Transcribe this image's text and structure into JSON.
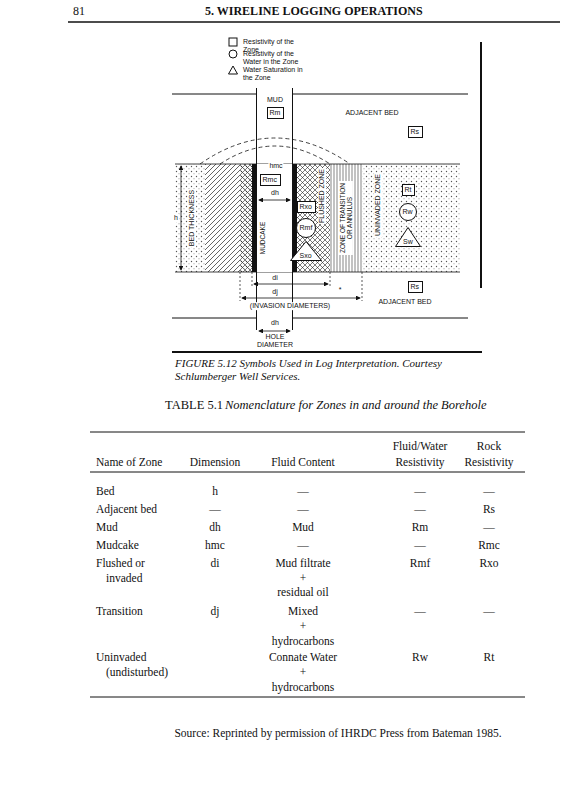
{
  "diagram": {
    "caption": "FIGURE 5.12 Symbols Used in Log Interpretation. Courtesy Schlumberger Well Services.",
    "nodes": [
      {
        "text": [
          "Rm"
        ]
      },
      {
        "text": [
          "Rs"
        ]
      },
      {
        "text": [
          "Rmc"
        ]
      },
      {
        "text": [
          "Rt"
        ]
      },
      {
        "text": [
          "Rxo"
        ]
      },
      {
        "text": [
          "Rw"
        ]
      },
      {
        "text": [
          "Rmf"
        ]
      },
      {
        "text": [
          "Sw"
        ]
      },
      {
        "text": [
          "Sxo"
        ]
      },
      {
        "text": [
          "Rs"
        ]
      }
    ],
    "labels": [
      "81",
      "5. WIRELINE LOGGING OPERATIONS",
      "MUD",
      "ADJACENT BED",
      "hmc",
      "dh",
      "BED THICKNESS",
      "h",
      "MUDCAKE",
      "FLUSHED ZONE",
      "ZONE OF TRANSITION OR ANNULUS",
      "UNINVADED ZONE",
      "di",
      "dj",
      "(INVASION DIAMETERS)",
      "*",
      "ADJACENT BED",
      "dh",
      "HOLE",
      "DIAMETER",
      "TABLE 5.1",
      "Nomenclature for Zones in and around the Borehole",
      "Fluid/Water",
      "Rock",
      "Name of Zone",
      "Dimension",
      "Fluid Content",
      "Resistivity",
      "Resistivity",
      "Bed",
      "h",
      "—",
      "—",
      "—",
      "Adjacent bed",
      "—",
      "—",
      "—",
      "Rs",
      "Mud",
      "dh",
      "Mud",
      "Rm",
      "—",
      "Mudcake",
      "hmc",
      "—",
      "—",
      "Rmc",
      "Flushed or",
      "invaded",
      "di",
      "Mud filtrate",
      "+",
      "residual oil",
      "Rmf",
      "Rxo",
      "Transition",
      "dj",
      "Mixed",
      "+",
      "hydrocarbons",
      "—",
      "—",
      "Uninvaded",
      "(undisturbed)",
      "Connate Water",
      "+",
      "hydrocarbons",
      "Rw",
      "Rt",
      "Source: Reprinted by permission of IHRDC Press from Bateman 1985."
    ],
    "legend": [
      {
        "text": "Resistivity of the Zone"
      },
      {
        "text": "Resistivity of the Water in the Zone"
      },
      {
        "text": "Water Saturation in the Zone"
      }
    ]
  }
}
